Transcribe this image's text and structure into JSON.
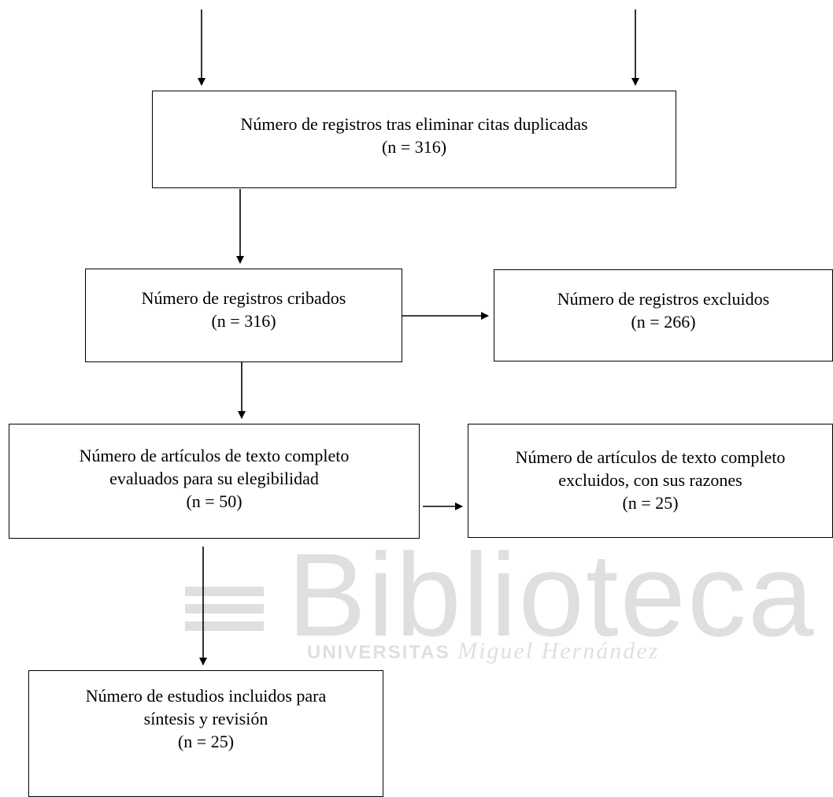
{
  "watermark": {
    "word": "Biblioteca",
    "sub_caps": "UNIVERSITAS",
    "sub_italic": "Miguel Hernández"
  },
  "boxes": {
    "deduplicated": {
      "line1": "Número de registros tras eliminar citas duplicadas",
      "line2": "(n = 316)"
    },
    "screened": {
      "line1": "Número de registros cribados",
      "line2": "(n = 316)"
    },
    "excluded": {
      "line1": "Número de registros excluidos",
      "line2": "(n = 266)"
    },
    "fulltext_assessed": {
      "line1": "Número de artículos de texto completo",
      "line2": "evaluados para su elegibilidad",
      "line3": "(n = 50)"
    },
    "fulltext_excluded": {
      "line1": "Número de artículos de texto completo",
      "line2": "excluidos, con sus razones",
      "line3": "(n = 25)"
    },
    "included": {
      "line1": "Número de estudios incluidos para",
      "line2": "síntesis y revisión",
      "line3": "(n = 25)"
    }
  }
}
